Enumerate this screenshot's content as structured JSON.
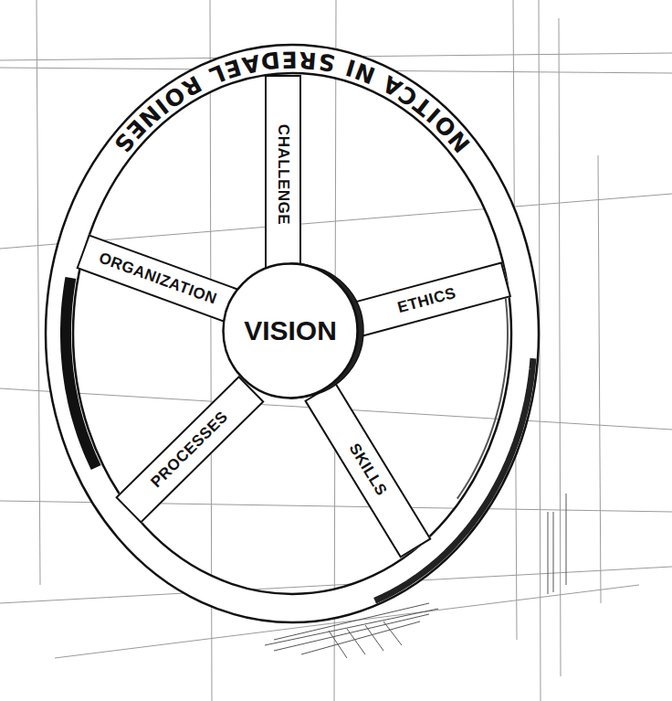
{
  "diagram": {
    "nodes": [
      {
        "text": [
          "SENIOR LEADERS IN ACTION"
        ]
      },
      {
        "text": [
          "CHALLENGE"
        ],
        "in": 0
      },
      {
        "text": [
          "ORGANIZATION"
        ],
        "in": 0
      },
      {
        "text": [
          "VISION"
        ],
        "in": 0
      },
      {
        "text": [
          "ETHICS"
        ],
        "in": 0
      },
      {
        "text": [
          "PROCESSES"
        ],
        "in": 0
      },
      {
        "text": [
          "SKILLS"
        ],
        "in": 0
      }
    ]
  }
}
